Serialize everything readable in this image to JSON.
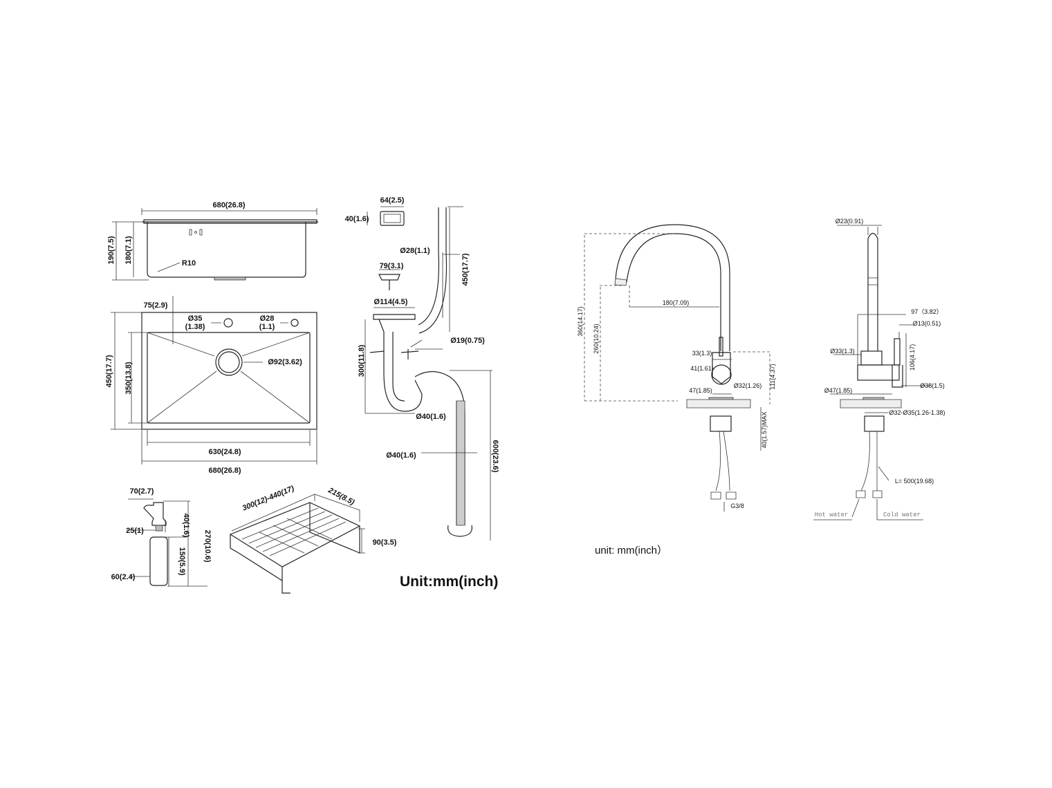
{
  "sink_side": {
    "width": "680(26.8)",
    "height_total": "190(7.5)",
    "height_bowl": "180(7.1)",
    "radius": "R10"
  },
  "sink_top": {
    "offset": "75(2.9)",
    "hole1_d": "Ø35",
    "hole1_in": "(1.38)",
    "hole2_d": "Ø28",
    "hole2_in": "(1.1)",
    "drain": "Ø92(3.62)",
    "outer_h": "450(17.7)",
    "inner_h": "350(13.8)",
    "inner_w": "630(24.8)",
    "outer_w": "680(26.8)"
  },
  "drain": {
    "overflow_w": "64(2.5)",
    "overflow_h": "40(1.6)",
    "hose_d": "Ø28(1.1)",
    "strainer": "79(3.1)",
    "hose_len": "450(17.7)",
    "flange": "Ø114(4.5)",
    "small_pipe": "Ø19(0.75)",
    "trap_h": "300(11.8)",
    "trap_d": "Ø40(1.6)",
    "outlet_len": "600(23.6)",
    "outlet_d": "Ø40(1.6)"
  },
  "soap": {
    "spout": "70(2.7)",
    "thread": "25(1)",
    "neck": "40(1.6)",
    "bottle": "150(5.9)",
    "total": "270(10.6)",
    "dia": "60(2.4)"
  },
  "basket": {
    "length": "300(12)-440(17)",
    "width": "215(8.5)",
    "height": "90(3.5)"
  },
  "unit_left": "Unit:mm(inch)",
  "faucet_front": {
    "total_h": "360(14.17)",
    "spout_h": "260(10.24)",
    "reach": "180(7.09)",
    "lever": "33(1.3)",
    "body": "41(1.61)",
    "base": "47(1.85)",
    "hole": "Ø32(1.26)",
    "body_h": "111(4.37)",
    "deck": "40(1.57)MAX",
    "thread": "G3/8"
  },
  "faucet_side": {
    "spout_d": "Ø23(0.91)",
    "depth": "97（3.82）",
    "lever_d": "Ø13(0.51)",
    "body_d": "Ø33(1.3)",
    "lever_h": "106(4.17)",
    "hub_d": "Ø38(1.5)",
    "base_d": "Ø47(1.85)",
    "hole_range": "Ø32-Ø35(1.26-1.38)",
    "hose_len": "L= 500(19.68)",
    "hot": "Hot water",
    "cold": "Cold water"
  },
  "unit_right": "unit: mm(inch）"
}
